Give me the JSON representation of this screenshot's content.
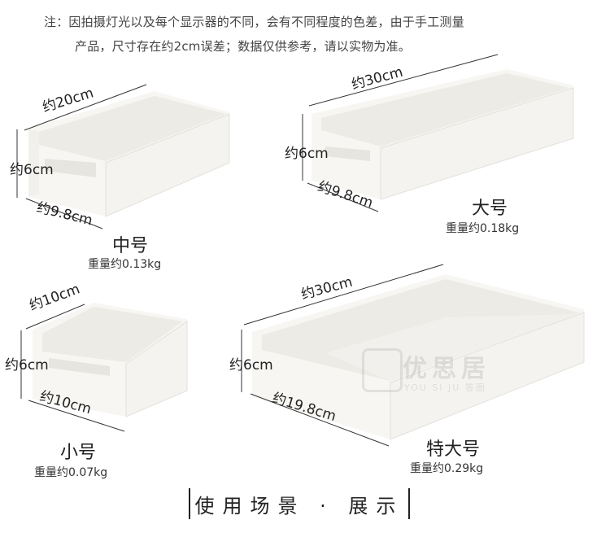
{
  "note": {
    "line1": "注：因拍摄灯光以及每个显示器的不同，会有不同程度的色差，由于手工测量",
    "line2": "产品，尺寸存在约2cm误差；数据仅供参考，请以实物为准。"
  },
  "products": [
    {
      "name": "中号",
      "weight": "重量约0.13kg",
      "length": "约20cm",
      "height": "约6cm",
      "width": "约9.8cm"
    },
    {
      "name": "大号",
      "weight": "重量约0.18kg",
      "length": "约30cm",
      "height": "约6cm",
      "width": "约9.8cm"
    },
    {
      "name": "小号",
      "weight": "重量约0.07kg",
      "length": "约10cm",
      "height": "约6cm",
      "width": "约10cm"
    },
    {
      "name": "特大号",
      "weight": "重量约0.29kg",
      "length": "约30cm",
      "height": "约6cm",
      "width": "约19.8cm"
    }
  ],
  "watermark": {
    "cn": "优思居",
    "en": "YOU SI JU 答图"
  },
  "footer": {
    "title": "使用场景 · 展示"
  },
  "colors": {
    "box_face": "#f7f6f2",
    "box_inner": "#ecebe6",
    "box_edge": "#dcdbd6",
    "line": "#333333"
  }
}
